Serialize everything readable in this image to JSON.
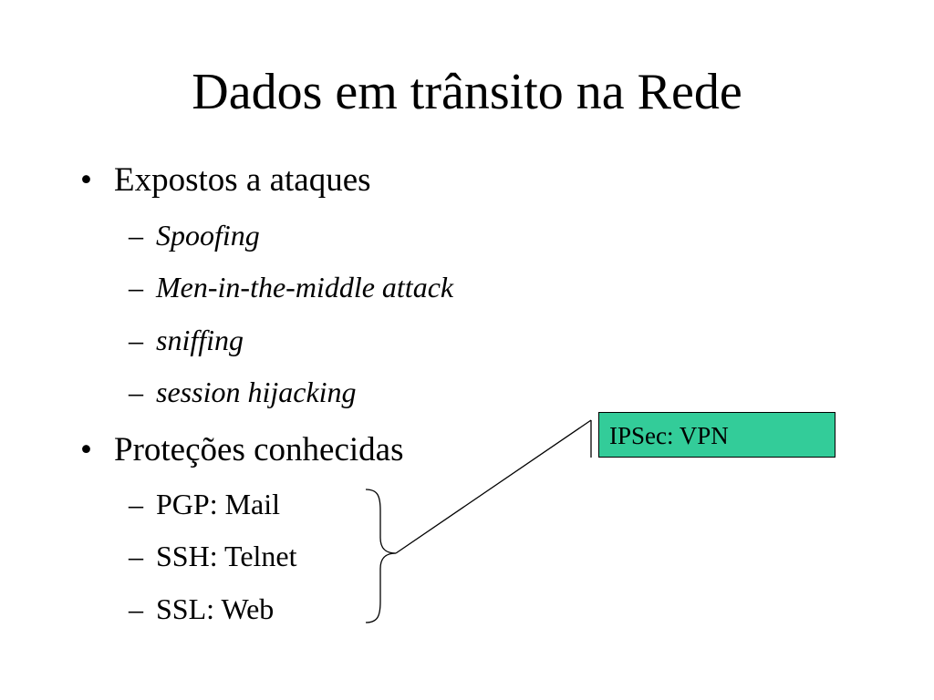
{
  "slide": {
    "title": "Dados em trânsito na Rede",
    "bullets": [
      {
        "marker": "•",
        "text": "Expostos a ataques",
        "subs": [
          {
            "marker": "–",
            "text": "Spoofing"
          },
          {
            "marker": "–",
            "text": "Men-in-the-middle attack"
          },
          {
            "marker": "–",
            "text": "sniffing"
          },
          {
            "marker": "–",
            "text": "session hijacking"
          }
        ]
      },
      {
        "marker": "•",
        "text": "Proteções conhecidas",
        "subs": [
          {
            "marker": "–",
            "text": "PGP: Mail"
          },
          {
            "marker": "–",
            "text": "SSH: Telnet"
          },
          {
            "marker": "–",
            "text": "SSL: Web"
          }
        ]
      }
    ],
    "callout": {
      "text": "IPSec: VPN",
      "fill_color": "#33cc99"
    }
  }
}
